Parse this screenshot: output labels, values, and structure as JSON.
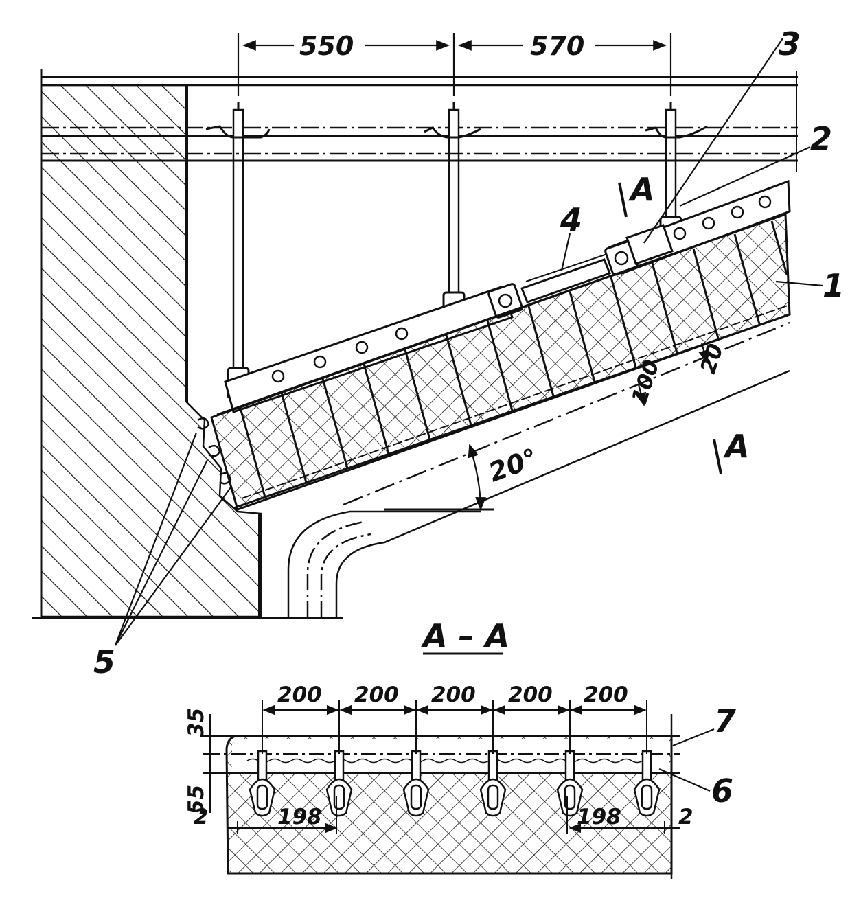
{
  "dimensions": {
    "span_left": "550",
    "span_right": "570",
    "lining_thickness": "100",
    "gap": "20",
    "angle": "20°",
    "pitch": [
      "200",
      "200",
      "200",
      "200",
      "200"
    ],
    "top_layer": "35",
    "mid_layer": "55",
    "edge_gap_left": "2",
    "edge_gap_right": "2",
    "block_width_left": "198",
    "block_width_right": "198"
  },
  "section": {
    "marker": "A",
    "title": "A – A"
  },
  "callouts": [
    "1",
    "2",
    "3",
    "4",
    "5",
    "6",
    "7"
  ],
  "colors": {
    "ink": "#111111",
    "paper": "#ffffff"
  }
}
